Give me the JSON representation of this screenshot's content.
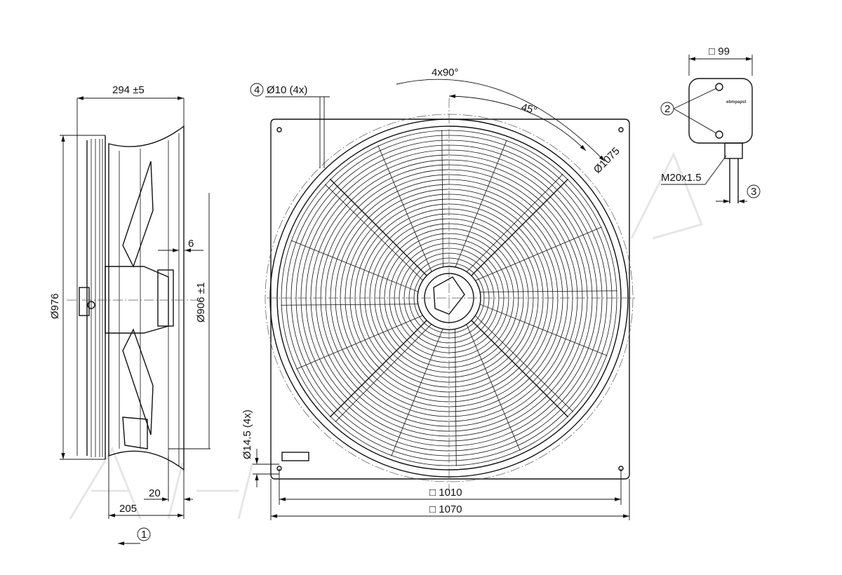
{
  "side_view": {
    "depth_label": "294 ±5",
    "gap_label": "6",
    "outer_diameter_label": "Ø976",
    "inner_diameter_label": "Ø906 ±1",
    "bottom_offset_label": "20",
    "base_depth_label": "205",
    "airflow_marker": "1"
  },
  "front_view": {
    "hole_marker": "4",
    "hole_label": "Ø10 (4x)",
    "angle_label": "4x90°",
    "half_angle_label": "45°",
    "bolt_circle_label": "Ø1075",
    "mount_hole_label": "Ø14.5 (4x)",
    "inner_square_label": "□ 1010",
    "outer_square_label": "□ 1070"
  },
  "terminal_box": {
    "width_label": "□ 99",
    "screw_marker": "2",
    "gland_label": "M20x1.5",
    "cable_marker": "3",
    "brand_logo": "ebmpapst"
  }
}
